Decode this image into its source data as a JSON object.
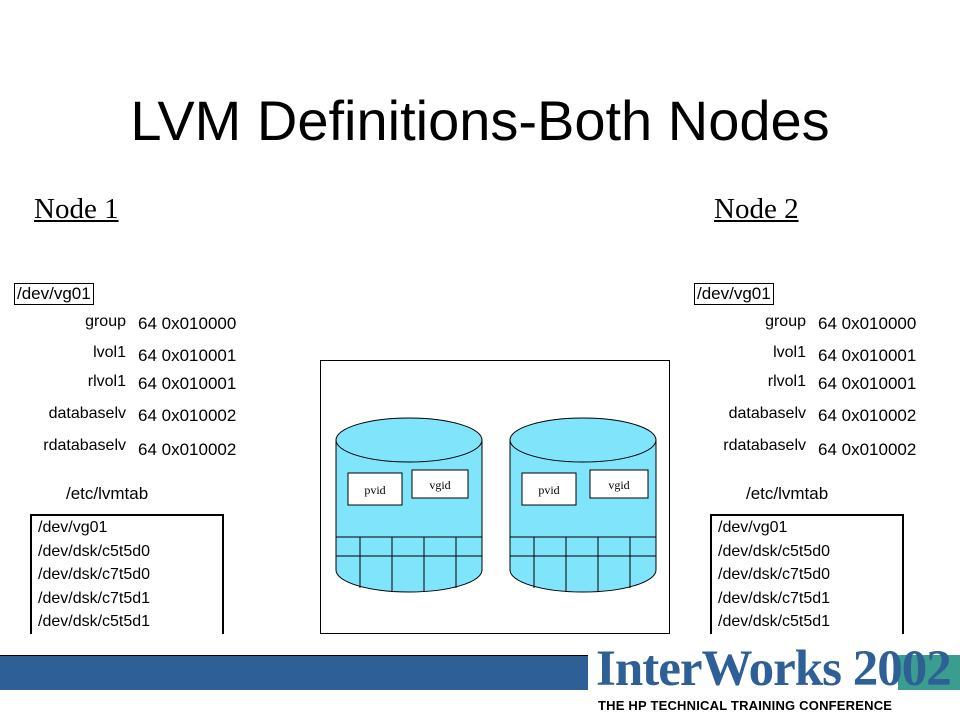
{
  "title": "LVM Definitions-Both Nodes",
  "nodes": [
    {
      "label": "Node 1",
      "vg_path": "/dev/vg01",
      "device_files": [
        {
          "name": "group",
          "value": "64 0x010000"
        },
        {
          "name": "lvol1",
          "value": "64 0x010001"
        },
        {
          "name": "rlvol1",
          "value": "64 0x010001"
        },
        {
          "name": "databaselv",
          "value": "64 0x010002"
        },
        {
          "name": "rdatabaselv",
          "value": "64 0x010002"
        }
      ],
      "lvmtab_label": "/etc/lvmtab",
      "lvmtab_entries": [
        "/dev/vg01",
        "/dev/dsk/c5t5d0",
        "/dev/dsk/c7t5d0",
        "/dev/dsk/c7t5d1",
        "/dev/dsk/c5t5d1"
      ]
    },
    {
      "label": "Node 2",
      "vg_path": "/dev/vg01",
      "device_files": [
        {
          "name": "group",
          "value": "64 0x010000"
        },
        {
          "name": "lvol1",
          "value": "64 0x010001"
        },
        {
          "name": "rlvol1",
          "value": "64 0x010001"
        },
        {
          "name": "databaselv",
          "value": "64 0x010002"
        },
        {
          "name": "rdatabaselv",
          "value": "64 0x010002"
        }
      ],
      "lvmtab_label": "/etc/lvmtab",
      "lvmtab_entries": [
        "/dev/vg01",
        "/dev/dsk/c5t5d0",
        "/dev/dsk/c7t5d0",
        "/dev/dsk/c7t5d1",
        "/dev/dsk/c5t5d1"
      ]
    }
  ],
  "disks": [
    {
      "pvid_label": "pvid",
      "vgid_label": "vgid"
    },
    {
      "pvid_label": "pvid",
      "vgid_label": "vgid"
    }
  ],
  "footer": {
    "logo_text": "InterWorks 2002",
    "logo_subtitle": "THE HP TECHNICAL TRAINING CONFERENCE"
  },
  "colors": {
    "disk_fill": "#80e4fb",
    "banner": "#2e5f96",
    "accent_square": "#3a9d8f"
  }
}
